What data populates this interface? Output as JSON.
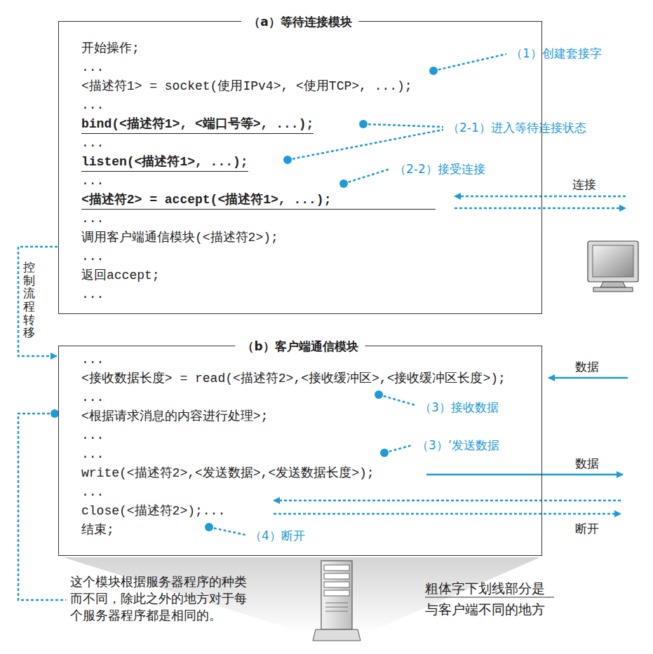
{
  "diagram": {
    "nodes": [
      {
        "text": [
          "（a）等待连接模块",
          "开始操作;",
          "...",
          "<描述符1> = socket(使用IPv4>, <使用TCP>, ...);",
          "...",
          "bind(<描述符1>, <端口号等>, ...);",
          "...",
          "listen(<描述符1>, ...);",
          "...",
          "<描述符2> = accept(<描述符1>, ...);",
          "...",
          "调用客户端通信模块(<描述符2>);",
          "...",
          "返回accept;",
          "..."
        ]
      },
      {
        "text": [
          "（b）客户端通信模块",
          "...",
          "<接收数据长度> = read(<描述符2>,<接收缓冲区>,<接收缓冲区长度>);",
          "...",
          "<根据请求消息的内容进行处理>;",
          "...",
          "...",
          "write(<描述符2>,<发送数据>,<发送数据长度>);",
          "...",
          "close(<描述符2>);...",
          "结束;"
        ]
      }
    ],
    "edges": [
      {
        "from": 0,
        "to": 1,
        "arrow": "to",
        "label": "控制流程转移"
      }
    ],
    "labels": [
      "（1）创建套接字",
      "（2-1）进入等待连接状态",
      "（2-2）接受连接",
      "连接",
      "数据",
      "（3）接收数据",
      "（3）’发送数据",
      "数据",
      "断开",
      "（4）断开",
      "这个模块根据服务器程序的种类而不同，除此之外的地方对于每个服务器程序都是相同的。",
      "粗体字下划线部分是与客户端不同的地方"
    ]
  }
}
